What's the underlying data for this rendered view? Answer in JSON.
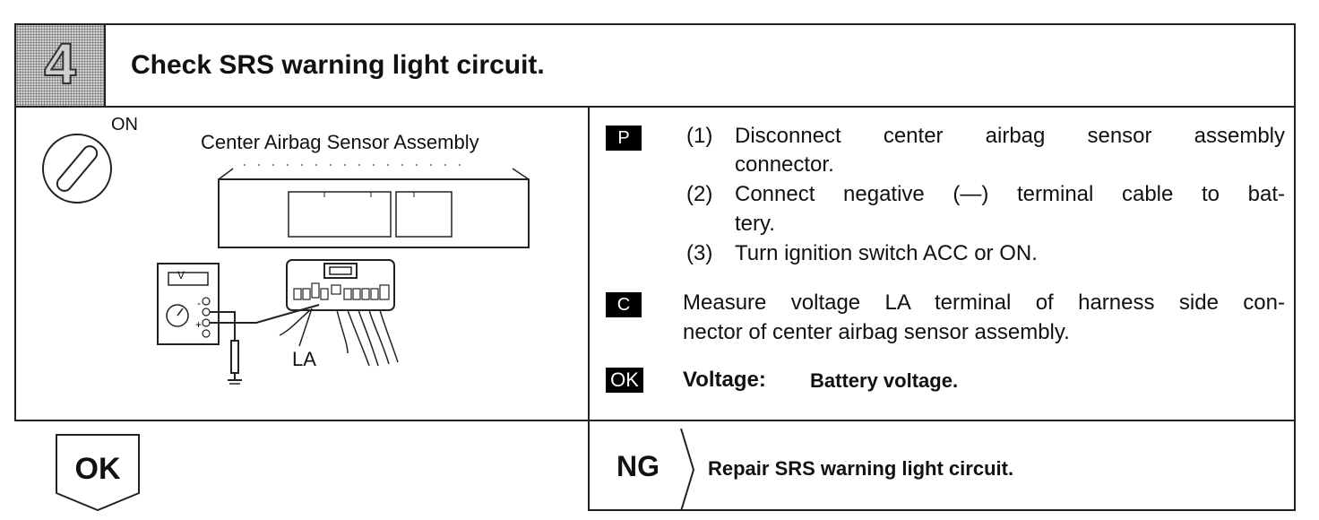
{
  "header": {
    "step_number": "4",
    "title": "Check SRS warning light circuit."
  },
  "illustration": {
    "ignition_state": "ON",
    "assembly_label": "Center Airbag Sensor Assembly",
    "terminal_label": "LA",
    "meter_label": "V"
  },
  "procedure": {
    "p_tag": "P",
    "steps": [
      {
        "num": "(1)",
        "line1": "Disconnect center airbag sensor assembly",
        "line2": "connector."
      },
      {
        "num": "(2)",
        "line1": "Connect negative (—) terminal cable to bat-",
        "line2": "tery."
      },
      {
        "num": "(3)",
        "line1": "Turn ignition switch ACC or ON.",
        "line2": ""
      }
    ],
    "c_tag": "C",
    "check_line1": "Measure voltage LA terminal of harness side con-",
    "check_line2": "nector of center airbag sensor assembly.",
    "ok_tag": "OK",
    "spec_label": "Voltage:",
    "spec_value": "Battery voltage."
  },
  "result": {
    "ok_label": "OK",
    "ng_label": "NG",
    "ng_action": "Repair SRS warning light circuit."
  }
}
